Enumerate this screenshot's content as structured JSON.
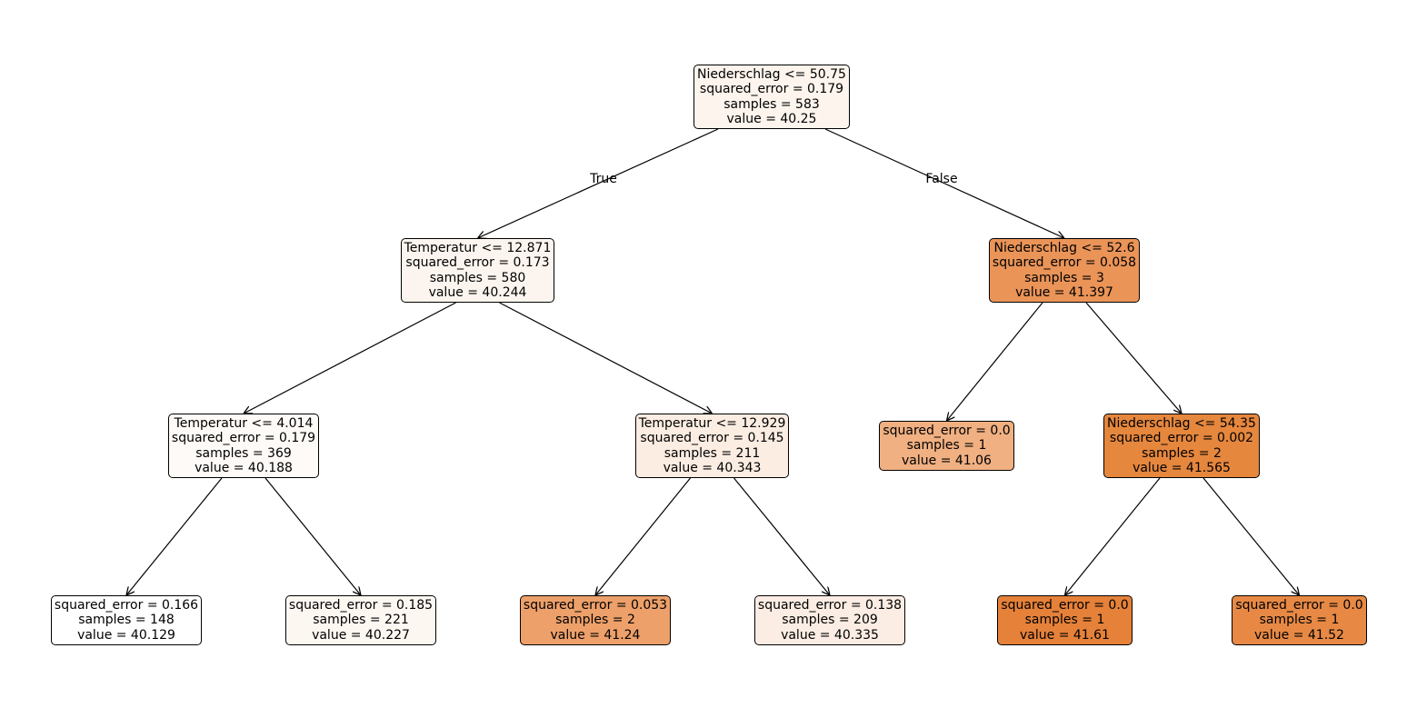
{
  "tree": {
    "nodes": [
      {
        "id": "n0",
        "lines": [
          "Niederschlag <= 50.75",
          "squared_error = 0.179",
          "samples = 583",
          "value = 40.25"
        ],
        "fill": "#fcf4ed"
      },
      {
        "id": "n1",
        "lines": [
          "Temperatur <= 12.871",
          "squared_error = 0.173",
          "samples = 580",
          "value = 40.244"
        ],
        "fill": "#fcf5ef"
      },
      {
        "id": "n2",
        "lines": [
          "Temperatur <= 4.014",
          "squared_error = 0.179",
          "samples = 369",
          "value = 40.188"
        ],
        "fill": "#fefaf7"
      },
      {
        "id": "n3",
        "lines": [
          "squared_error = 0.166",
          "samples = 148",
          "value = 40.129"
        ],
        "fill": "#ffffff"
      },
      {
        "id": "n4",
        "lines": [
          "squared_error = 0.185",
          "samples = 221",
          "value = 40.227"
        ],
        "fill": "#fdf7f2"
      },
      {
        "id": "n5",
        "lines": [
          "Temperatur <= 12.929",
          "squared_error = 0.145",
          "samples = 211",
          "value = 40.343"
        ],
        "fill": "#fbede2"
      },
      {
        "id": "n6",
        "lines": [
          "squared_error = 0.053",
          "samples = 2",
          "value = 41.24"
        ],
        "fill": "#eda06a"
      },
      {
        "id": "n7",
        "lines": [
          "squared_error = 0.138",
          "samples = 209",
          "value = 40.335"
        ],
        "fill": "#fbede3"
      },
      {
        "id": "n8",
        "lines": [
          "Niederschlag <= 52.6",
          "squared_error = 0.058",
          "samples = 3",
          "value = 41.397"
        ],
        "fill": "#ea9458"
      },
      {
        "id": "n9",
        "lines": [
          "squared_error = 0.0",
          "samples = 1",
          "value = 41.06"
        ],
        "fill": "#f0b082"
      },
      {
        "id": "n10",
        "lines": [
          "Niederschlag <= 54.35",
          "squared_error = 0.002",
          "samples = 2",
          "value = 41.565"
        ],
        "fill": "#e6873e"
      },
      {
        "id": "n11",
        "lines": [
          "squared_error = 0.0",
          "samples = 1",
          "value = 41.61"
        ],
        "fill": "#e58139"
      },
      {
        "id": "n12",
        "lines": [
          "squared_error = 0.0",
          "samples = 1",
          "value = 41.52"
        ],
        "fill": "#e78945"
      }
    ],
    "edges": [
      {
        "from": "n0",
        "to": "n1"
      },
      {
        "from": "n0",
        "to": "n8"
      },
      {
        "from": "n1",
        "to": "n2"
      },
      {
        "from": "n1",
        "to": "n5"
      },
      {
        "from": "n2",
        "to": "n3"
      },
      {
        "from": "n2",
        "to": "n4"
      },
      {
        "from": "n5",
        "to": "n6"
      },
      {
        "from": "n5",
        "to": "n7"
      },
      {
        "from": "n8",
        "to": "n9"
      },
      {
        "from": "n8",
        "to": "n10"
      },
      {
        "from": "n10",
        "to": "n11"
      },
      {
        "from": "n10",
        "to": "n12"
      }
    ],
    "branch_labels": {
      "true_label": "True",
      "false_label": "False"
    }
  }
}
